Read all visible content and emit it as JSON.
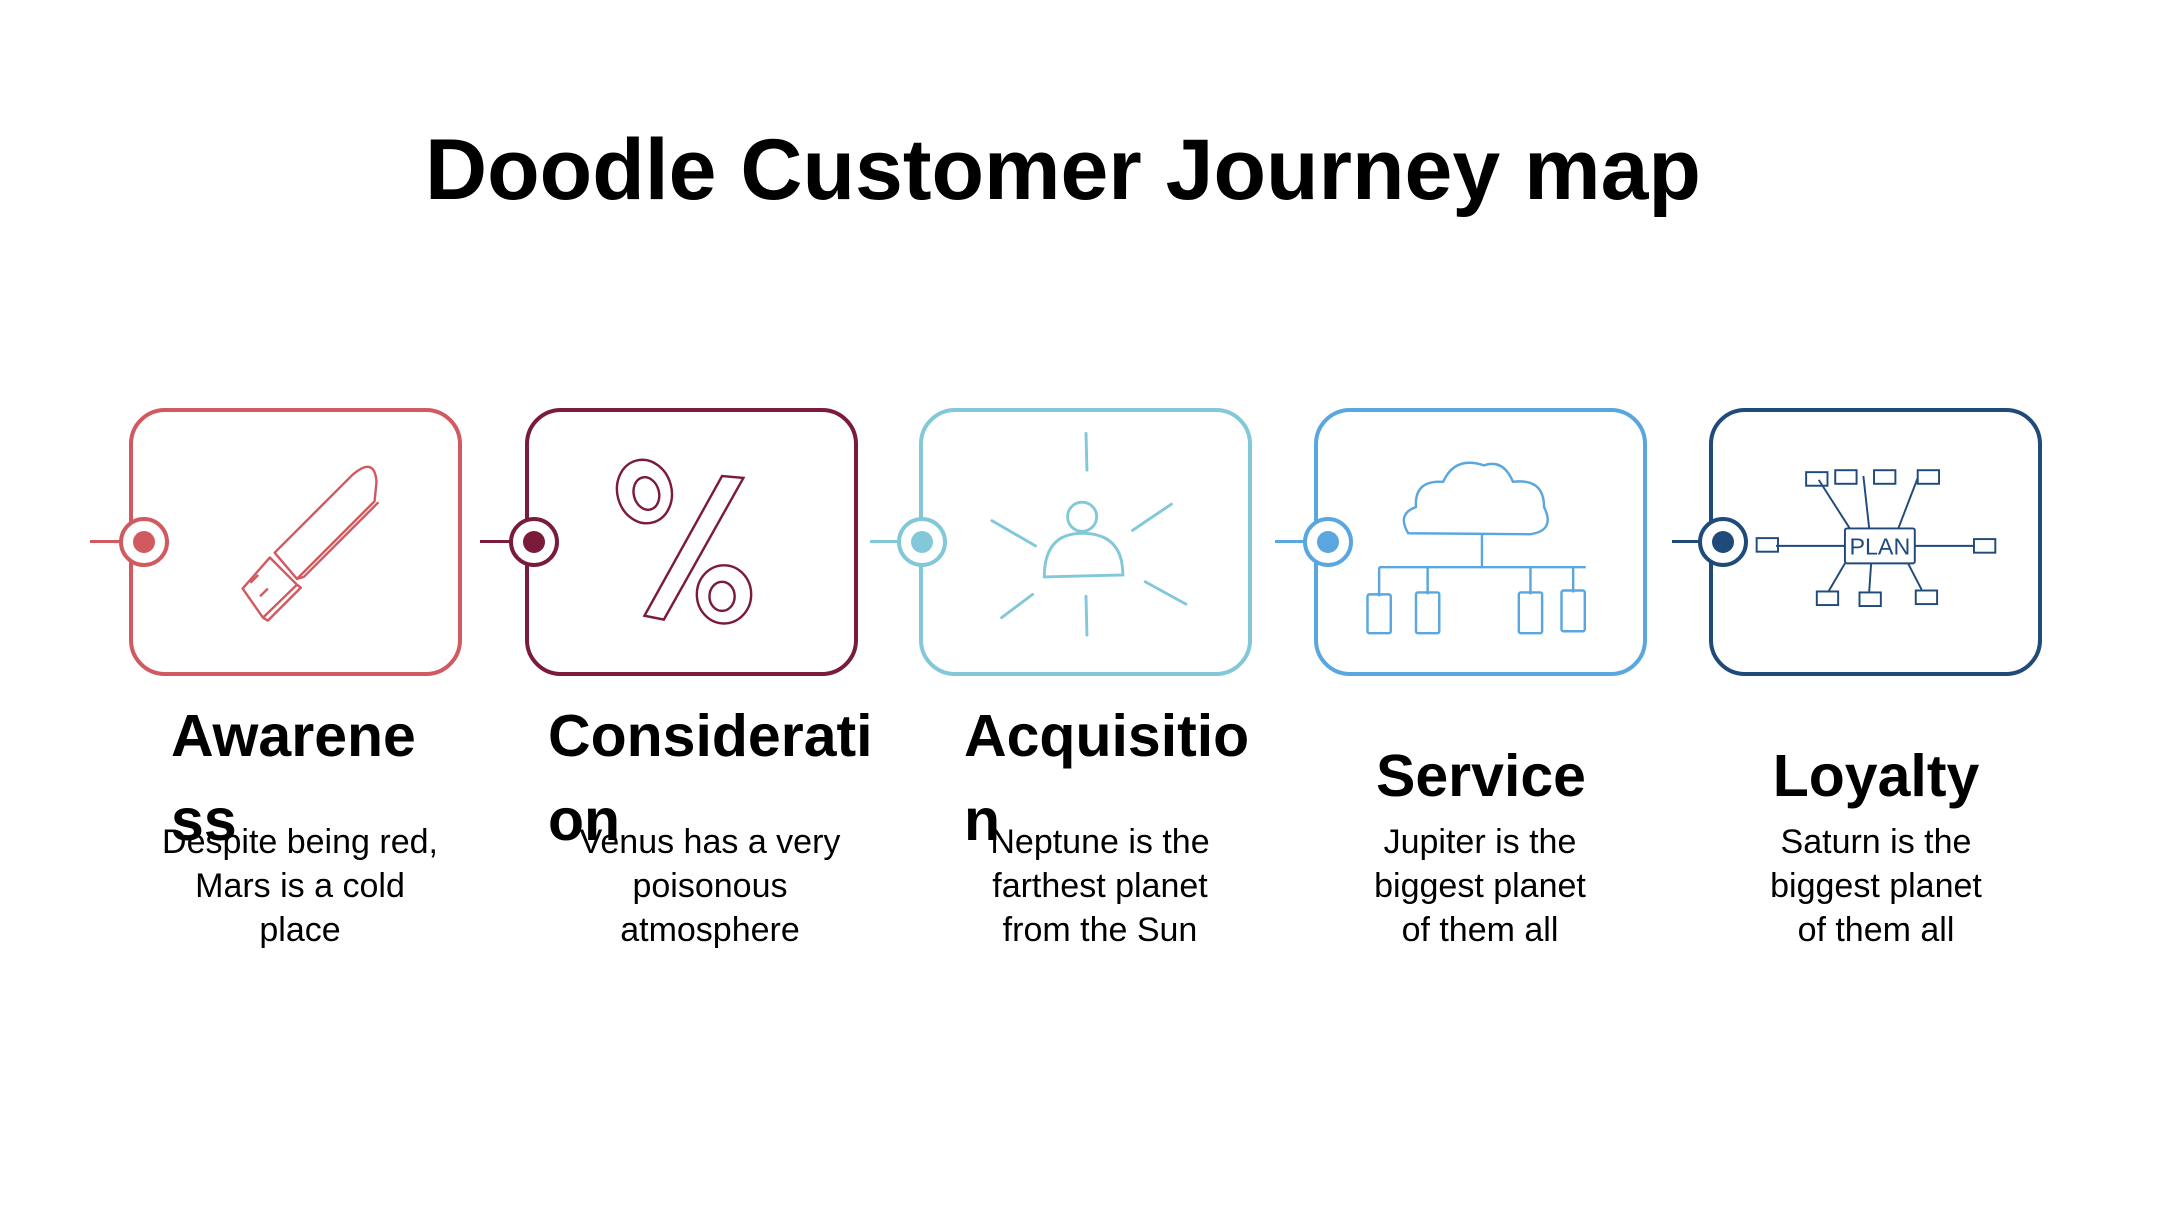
{
  "title": "Doodle Customer Journey map",
  "stages": [
    {
      "title": "Awareness",
      "description": "Despite being red, Mars is a cold place",
      "color": "#d05a5f",
      "icon": "usb-drive-icon"
    },
    {
      "title": "Consideration",
      "description": "Venus has a very poisonous atmosphere",
      "color": "#7a1b3a",
      "icon": "percent-icon"
    },
    {
      "title": "Acquisition",
      "description": "Neptune is the farthest planet from the Sun",
      "color": "#82c8d8",
      "icon": "person-spotlight-icon"
    },
    {
      "title": "Service",
      "description": "Jupiter is the biggest planet of them all",
      "color": "#5aa6de",
      "icon": "cloud-network-icon"
    },
    {
      "title": "Loyalty",
      "description": "Saturn is the biggest planet of them all",
      "color": "#1f4a7a",
      "icon": "plan-diagram-icon"
    }
  ],
  "plan_label": "PLAN"
}
